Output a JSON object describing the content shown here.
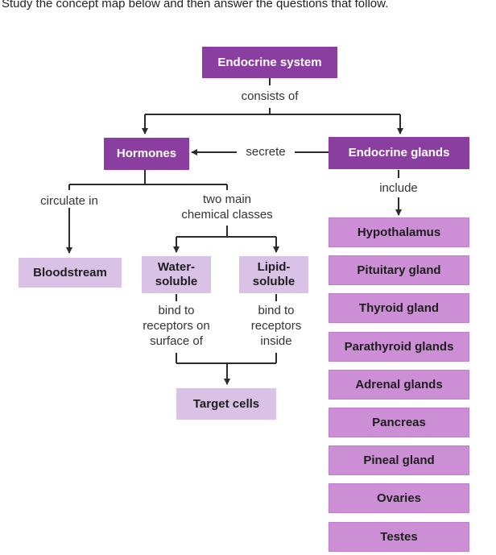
{
  "intro": "Study the concept map below and then answer the questions that follow.",
  "colors": {
    "dark_box": "#8a3fa0",
    "gland_box": "#cc8fd6",
    "target_box": "#d9c2e6",
    "line": "#2b2b2b"
  },
  "nodes": {
    "endocrine_system": "Endocrine system",
    "hormones": "Hormones",
    "endocrine_glands": "Endocrine glands",
    "bloodstream": "Bloodstream",
    "water_soluble": "Water-\nsoluble",
    "lipid_soluble": "Lipid-\nsoluble",
    "target_cells": "Target cells"
  },
  "links": {
    "consists_of": "consists of",
    "secrete": "secrete",
    "include": "include",
    "circulate_in": "circulate in",
    "two_main": "two main\nchemical classes",
    "bind_surface": "bind to\nreceptors on\nsurface of",
    "bind_inside": "bind to\nreceptors\ninside"
  },
  "glands": [
    "Hypothalamus",
    "Pituitary gland",
    "Thyroid gland",
    "Parathyroid glands",
    "Adrenal glands",
    "Pancreas",
    "Pineal gland",
    "Ovaries",
    "Testes"
  ]
}
